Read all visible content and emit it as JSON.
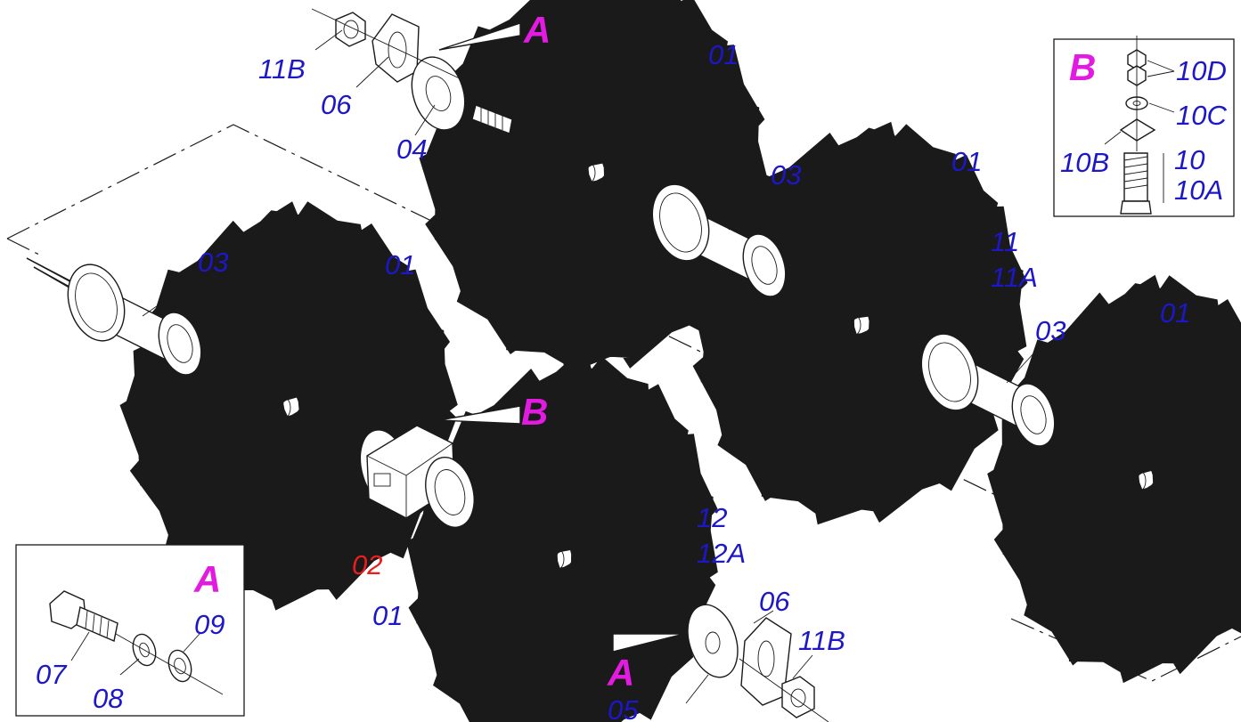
{
  "colors": {
    "label": "#1d17c8",
    "highlight_label": "#e81d1d",
    "detail_letter": "#e21be0",
    "line": "#1a1a1a"
  },
  "labels": {
    "disc_top_a": "01",
    "disc_top_b": "01",
    "disc_right": "01",
    "disc_left": "01",
    "disc_bottom": "01",
    "spacer_top": "03",
    "spacer_left": "03",
    "spacer_right": "03",
    "bearing": "02",
    "end_plate_top": "04",
    "end_plate_bottom": "05",
    "cover_top": "06",
    "cover_bottom": "06",
    "nut_top": "11B",
    "nut_bottom": "11B",
    "shaft_top_a": "11",
    "shaft_top_b": "11A",
    "shaft_bottom_a": "12",
    "shaft_bottom_b": "12A",
    "detail_a_top": "A",
    "detail_a_bottom": "A",
    "detail_b_mid": "B"
  },
  "detail_a": {
    "title": "A",
    "parts": [
      "07",
      "08",
      "09"
    ]
  },
  "detail_b": {
    "title": "B",
    "parts": [
      "10D",
      "10C",
      "10B",
      "10",
      "10A"
    ]
  }
}
